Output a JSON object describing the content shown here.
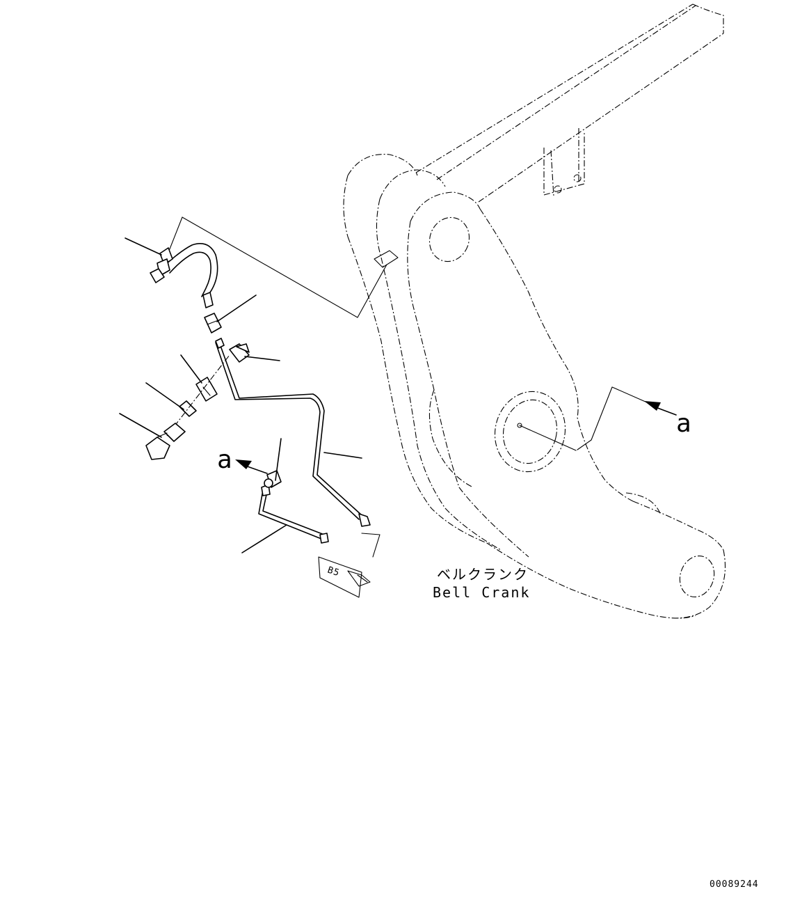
{
  "drawing": {
    "part_label_jp": "ベルクランク",
    "part_label_en": "Bell Crank",
    "view_marker_right": "a",
    "view_marker_left": "a",
    "connector_tag": "B5",
    "drawing_number": "00089244"
  }
}
